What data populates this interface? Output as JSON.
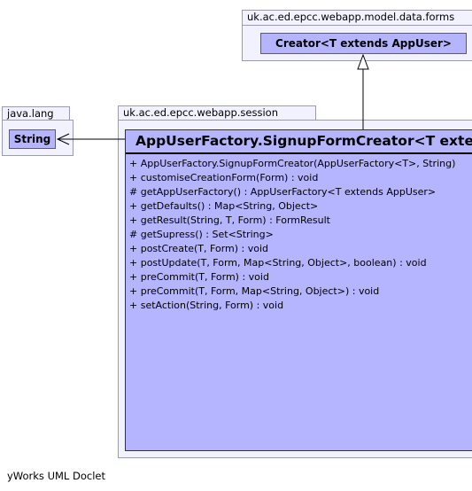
{
  "packages": {
    "top": {
      "name": "uk.ac.ed.epcc.webapp.model.data.forms"
    },
    "java_lang": {
      "name": "java.lang"
    },
    "session": {
      "name": "uk.ac.ed.epcc.webapp.session"
    }
  },
  "classes": {
    "creator": {
      "name": "Creator<T extends AppUser>"
    },
    "string": {
      "name": "String"
    },
    "main": {
      "name": "AppUserFactory.SignupFormCreator<T extends AppUser>",
      "methods": [
        "+ AppUserFactory.SignupFormCreator(AppUserFactory<T>, String)",
        "+ customiseCreationForm(Form) : void",
        "# getAppUserFactory() : AppUserFactory<T extends AppUser>",
        "+ getDefaults() : Map<String, Object>",
        "+ getResult(String, T, Form) : FormResult",
        "# getSupress() : Set<String>",
        "+ postCreate(T, Form) : void",
        "+ postUpdate(T, Form, Map<String, Object>, boolean) : void",
        "+ preCommit(T, Form) : void",
        "+ preCommit(T, Form, Map<String, Object>) : void",
        "+ setAction(String, Form) : void"
      ]
    }
  },
  "footer": "yWorks UML Doclet"
}
